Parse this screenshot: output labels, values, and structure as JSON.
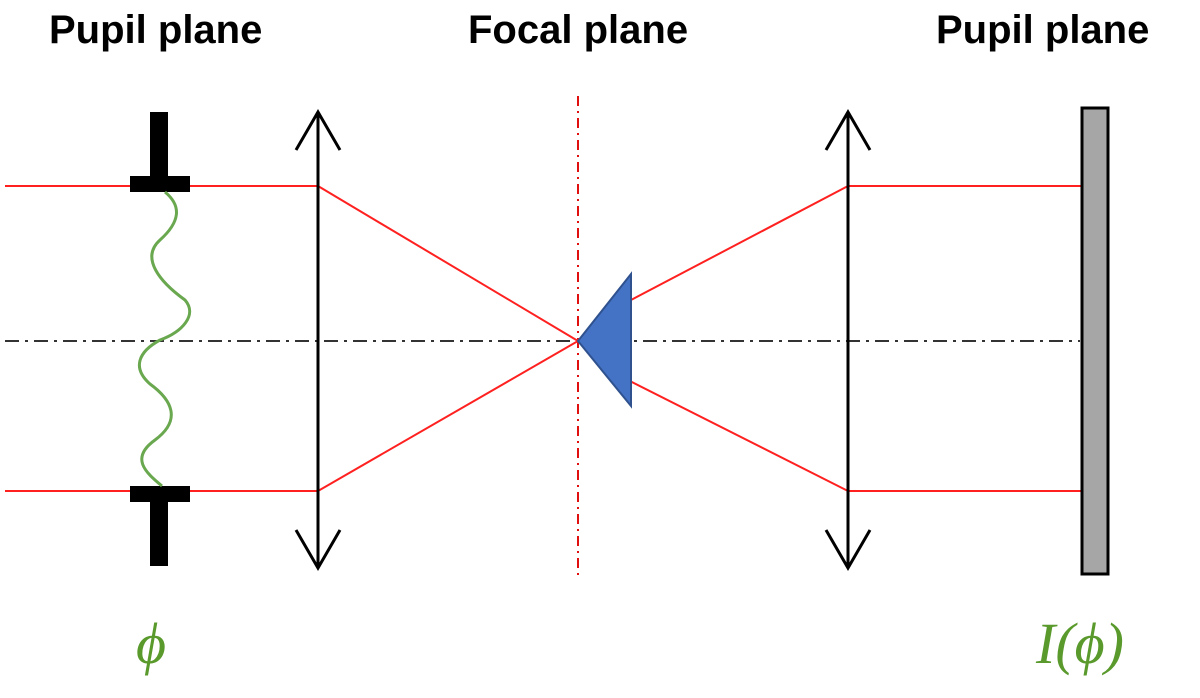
{
  "labels": {
    "left_pupil": "Pupil plane",
    "focal": "Focal plane",
    "right_pupil": "Pupil plane",
    "input_phase": "ϕ",
    "output_intensity": "I(ϕ)"
  },
  "colors": {
    "rays": "#ff2020",
    "focal_axis": "#e01010",
    "optical_axis": "#333333",
    "phase_wave": "#6aa84f",
    "math_text": "#5a9a2c",
    "pyramid": "#4472c4",
    "pyramid_edge": "#2f528f",
    "detector": "#a6a6a6",
    "lens": "#000000"
  }
}
